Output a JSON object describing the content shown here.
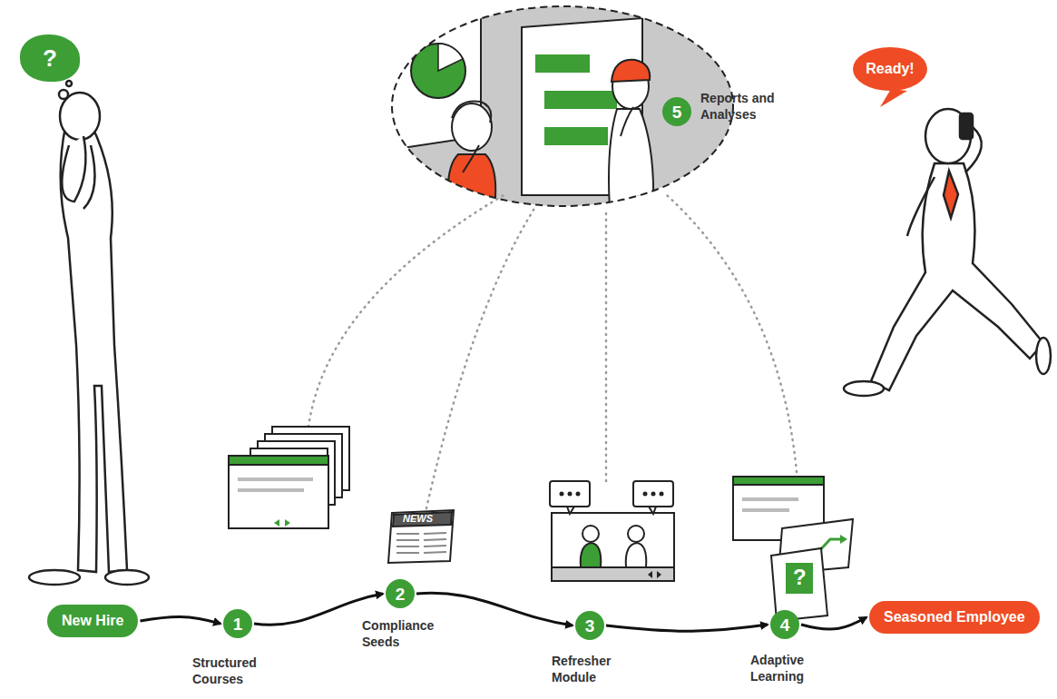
{
  "diagram": {
    "nodes": [
      {
        "text": [
          "5",
          "Reports and Analyses"
        ]
      },
      {
        "text": [
          "?"
        ]
      },
      {
        "text": [
          "New Hire"
        ]
      },
      {
        "text": [
          "1",
          "Structured Courses"
        ]
      },
      {
        "text": [
          "2",
          "Compliance Seeds"
        ]
      },
      {
        "text": [
          "3",
          "Refresher Module"
        ]
      },
      {
        "text": [
          "4",
          "Adaptive Learning"
        ]
      },
      {
        "text": [
          "Ready!"
        ]
      },
      {
        "text": [
          "Seasoned Employee"
        ]
      }
    ],
    "edges": [
      {
        "from": 2,
        "to": 3,
        "arrow": "to"
      },
      {
        "from": 3,
        "to": 4,
        "arrow": "to"
      },
      {
        "from": 4,
        "to": 5,
        "arrow": "to"
      },
      {
        "from": 5,
        "to": 6,
        "arrow": "to"
      },
      {
        "from": 6,
        "to": 8,
        "arrow": "to"
      }
    ],
    "labels": [
      "NEWS",
      "?"
    ]
  }
}
